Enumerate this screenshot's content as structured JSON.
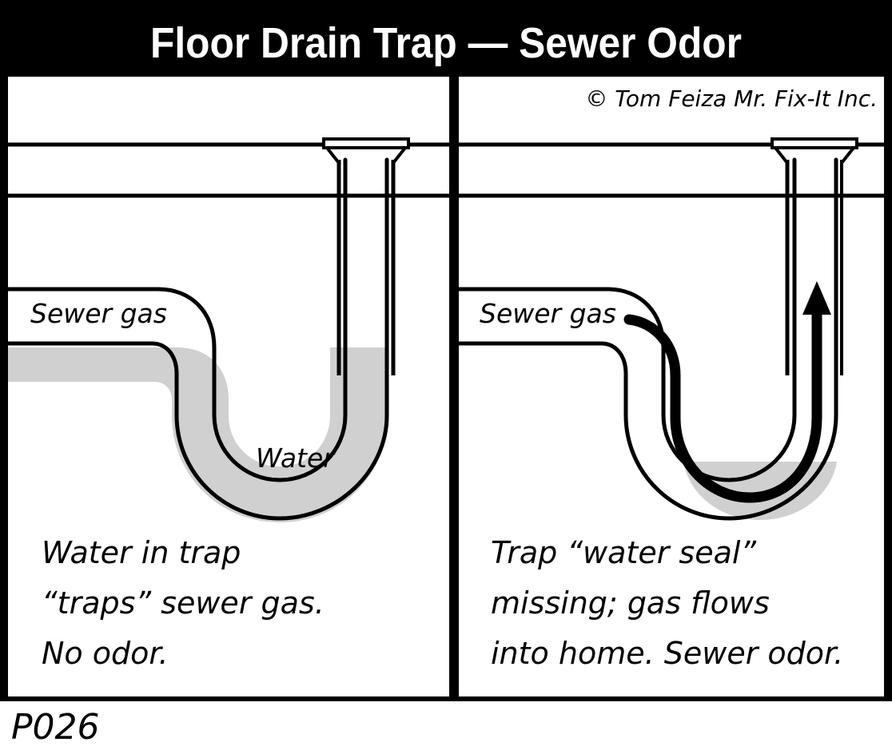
{
  "header": {
    "title": "Floor Drain Trap — Sewer Odor",
    "background_color": "#000000",
    "text_color": "#ffffff"
  },
  "copyright": "© Tom Feiza Mr. Fix-It Inc.",
  "code_label": "P026",
  "colors": {
    "ink": "#000000",
    "paper": "#ffffff",
    "water_fill": "#d0d0d0",
    "border": "#000000"
  },
  "panels": [
    {
      "id": "left",
      "name": "trap-with-water-seal",
      "labels": {
        "sewer_gas": "Sewer gas",
        "water": "Water"
      },
      "caption_lines": [
        "Water in trap",
        "“traps” sewer gas.",
        "No odor."
      ],
      "water_present": true,
      "gas_flow_arrow": false
    },
    {
      "id": "right",
      "name": "trap-missing-water-seal",
      "labels": {
        "sewer_gas": "Sewer gas"
      },
      "caption_lines": [
        "Trap “water seal”",
        "missing; gas flows",
        "into home. Sewer odor."
      ],
      "water_present": false,
      "gas_flow_arrow": true
    }
  ],
  "diagram": {
    "type": "plumbing-cross-section",
    "description": "Two side-by-side cross sections of a floor drain P-trap. Left: trap full of water blocking sewer gas. Right: trap dry, sewer gas flows up through drain into home.",
    "elements": [
      "floor-slab-lines",
      "floor-drain-flange",
      "vertical-drain-pipe",
      "u-bend-trap",
      "horizontal-sewer-pipe",
      "water-seal-fill",
      "gas-flow-arrow"
    ]
  }
}
